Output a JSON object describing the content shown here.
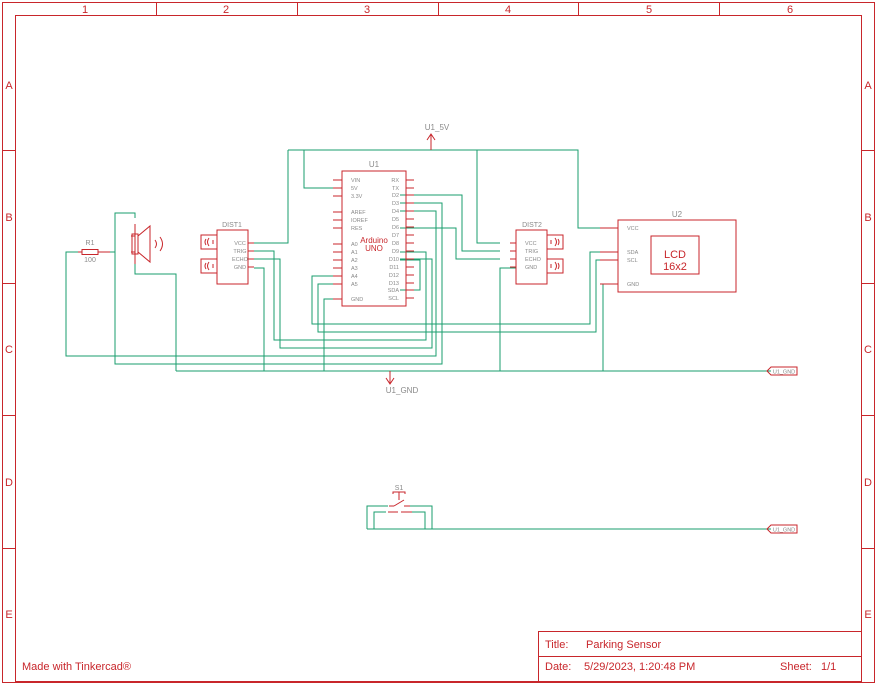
{
  "grid": {
    "columns": [
      "1",
      "2",
      "3",
      "4",
      "5",
      "6"
    ],
    "rows": [
      "A",
      "B",
      "C",
      "D",
      "E"
    ]
  },
  "parts": {
    "r1": {
      "name": "R1",
      "value": "100"
    },
    "dist1": {
      "name": "DIST1",
      "pins": [
        "VCC",
        "TRIG",
        "ECHO",
        "GND"
      ]
    },
    "dist2": {
      "name": "DIST2",
      "pins": [
        "VCC",
        "TRIG",
        "ECHO",
        "GND"
      ]
    },
    "u1": {
      "name": "U1",
      "label_line1": "Arduino",
      "label_line2": "UNO",
      "left_pins": [
        "VIN",
        "5V",
        "3.3V",
        "AREF",
        "IOREF",
        "RES",
        "A0",
        "A1",
        "A2",
        "A3",
        "A4",
        "A5",
        "GND"
      ],
      "right_pins": [
        "RX",
        "TX",
        "D2",
        "D3",
        "D4",
        "D5",
        "D6",
        "D7",
        "D8",
        "D9",
        "D10",
        "D11",
        "D12",
        "D13",
        "SDA",
        "SCL"
      ]
    },
    "u2": {
      "name": "U2",
      "lcd_line1": "LCD",
      "lcd_line2": "16x2",
      "pins": [
        "VCC",
        "SDA",
        "SCL",
        "GND"
      ]
    },
    "s1": {
      "name": "S1"
    }
  },
  "nets": {
    "vcc": "U1_5V",
    "gnd": "U1_GND",
    "gnd_tag_1": "U1_GND",
    "gnd_tag_2": "U1_GND"
  },
  "title_block": {
    "title_label": "Title:",
    "title_value": "Parking Sensor",
    "date_label": "Date:",
    "date_value": "5/29/2023, 1:20:48 PM",
    "sheet_label": "Sheet:",
    "sheet_value": "1/1"
  },
  "footer": {
    "made_with": "Made with Tinkercad®"
  },
  "colors": {
    "frame": "#c8262b",
    "wire": "#1a9e6e",
    "pin_text": "#8a8a8a"
  }
}
